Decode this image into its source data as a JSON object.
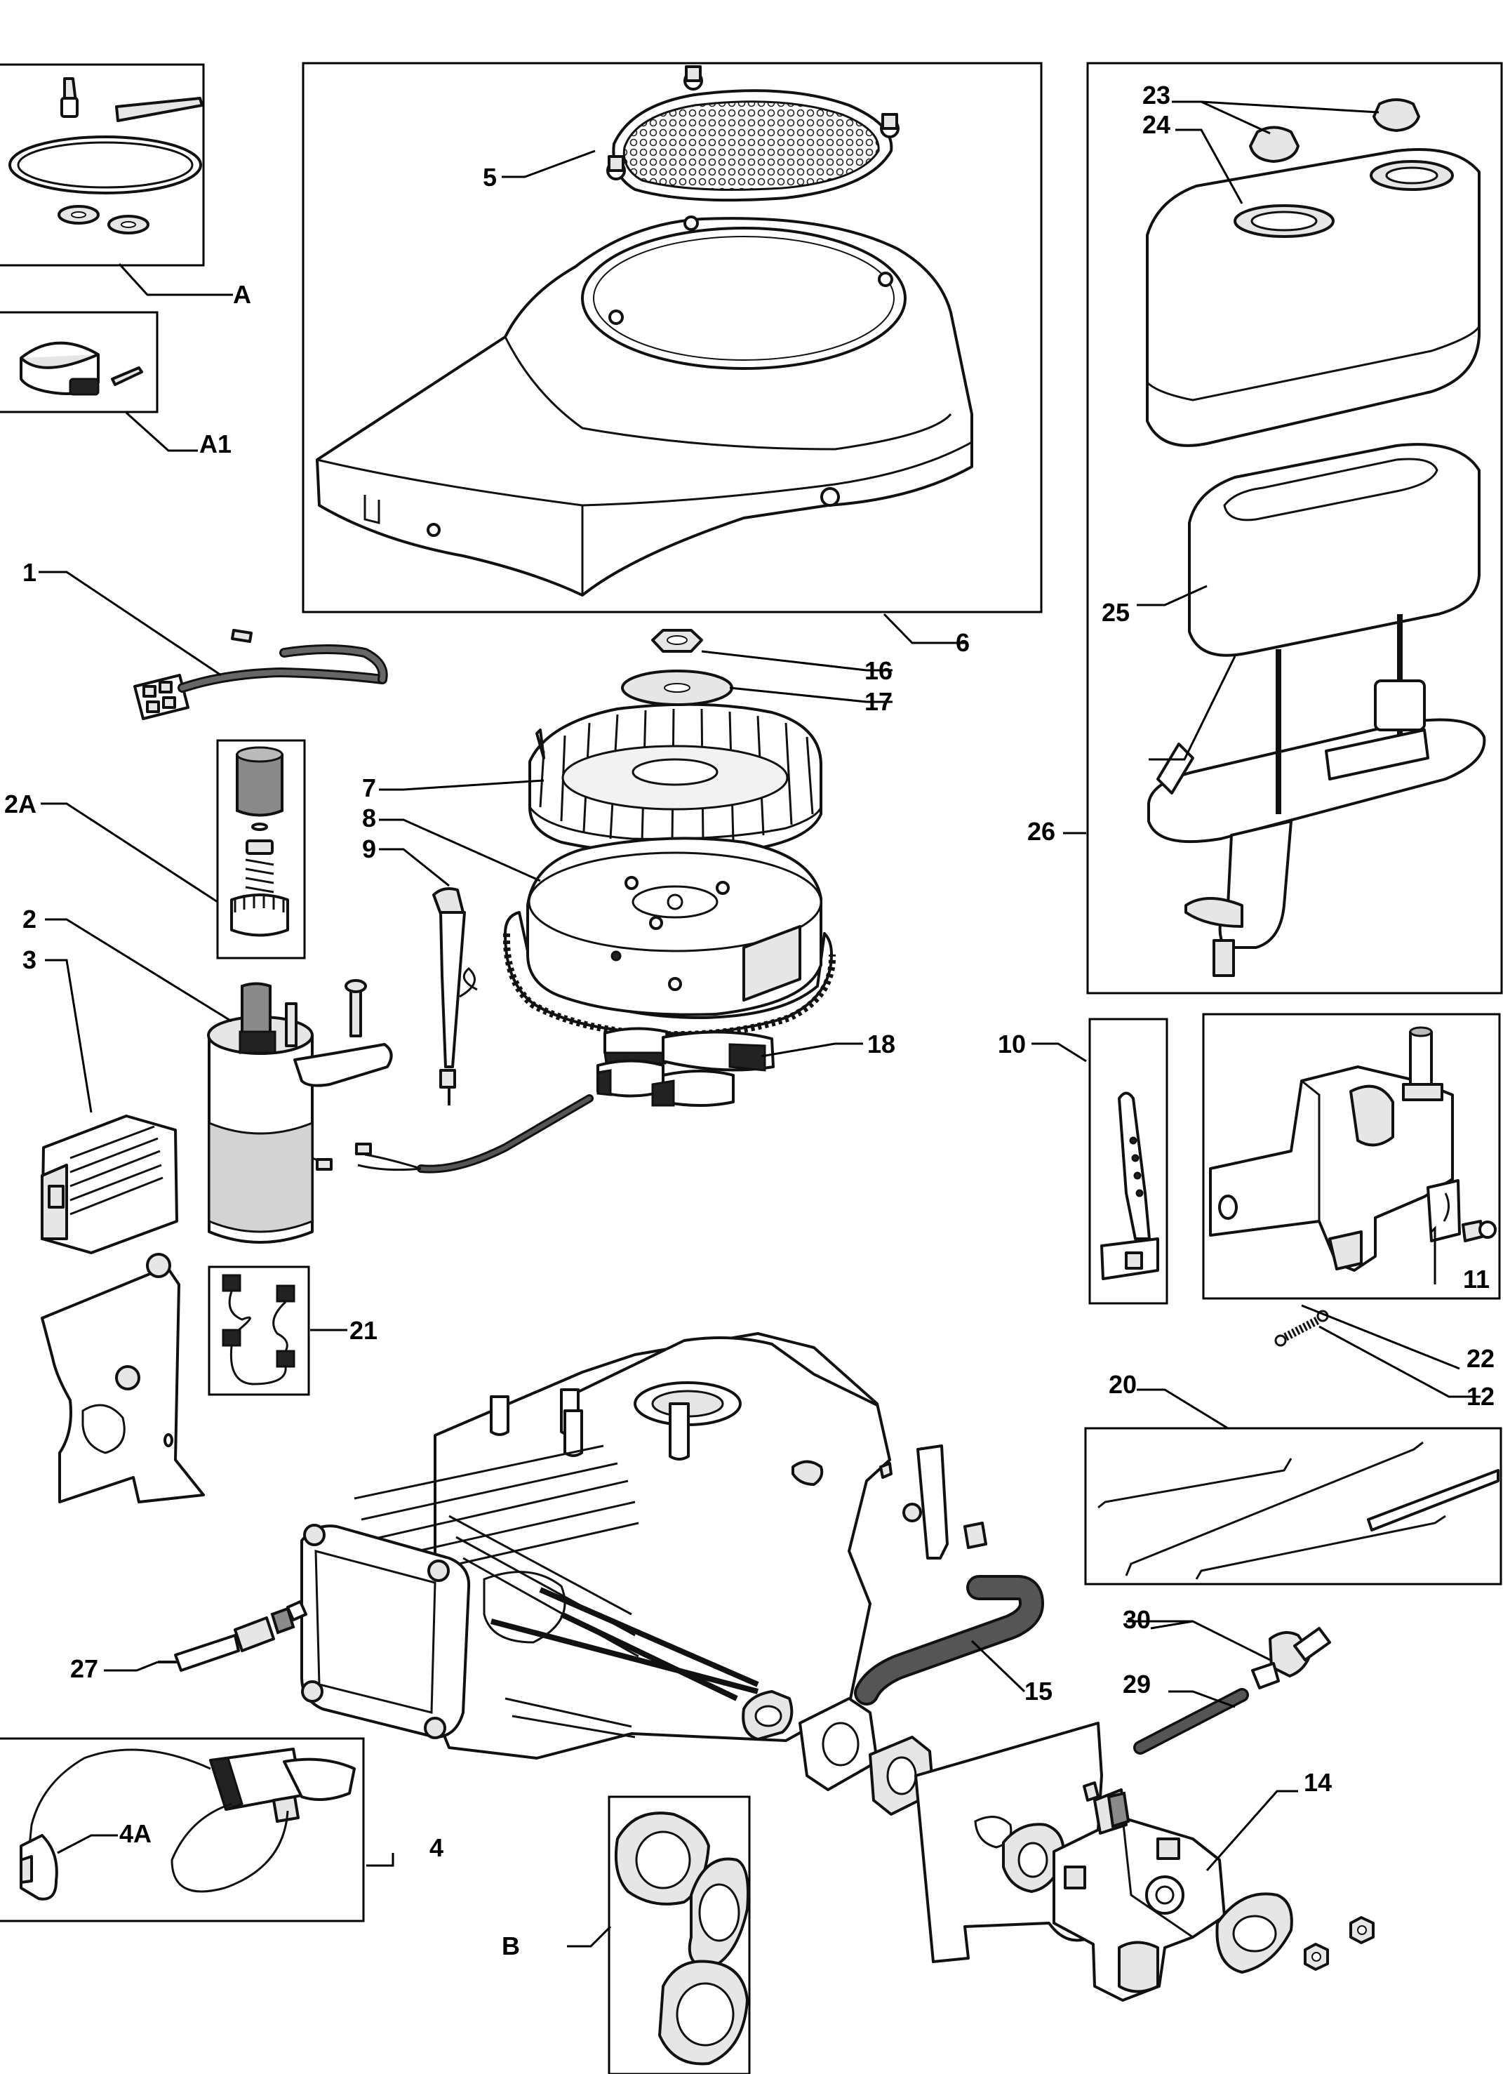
{
  "callouts": {
    "c1": "1",
    "c2": "2",
    "c2a": "2A",
    "c3": "3",
    "c4": "4",
    "c4a": "4A",
    "c5": "5",
    "c6": "6",
    "c7": "7",
    "c8": "8",
    "c9": "9",
    "c10": "10",
    "c11": "11",
    "c12": "12",
    "c14": "14",
    "c15": "15",
    "c16": "16",
    "c17": "17",
    "c18": "18",
    "c20": "20",
    "c21": "21",
    "c22": "22",
    "c23": "23",
    "c24": "24",
    "c25": "25",
    "c26": "26",
    "c27": "27",
    "c29": "29",
    "c30": "30",
    "cA": "A",
    "cA1": "A1",
    "cB": "B"
  }
}
